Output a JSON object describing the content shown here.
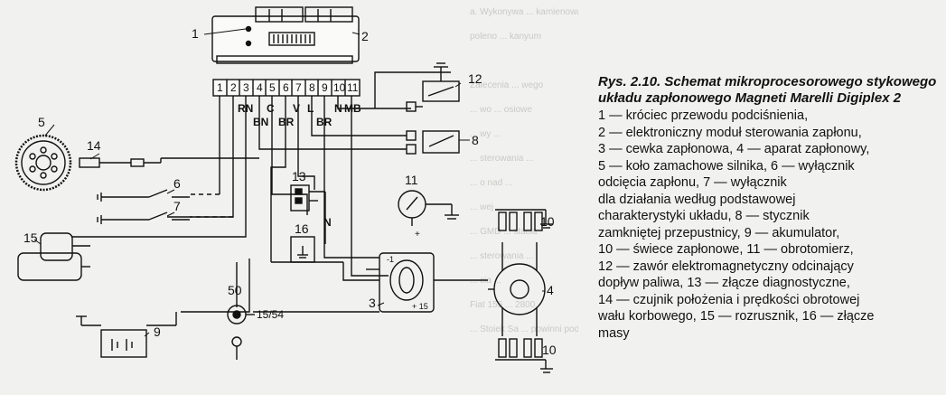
{
  "caption": {
    "title": "Rys. 2.10. Schemat mikroprocesorowego stykowego układu zapłonowego Magneti Marelli Digiplex 2",
    "lines": [
      "1 — króciec przewodu podciśnienia,",
      "2 — elektroniczny moduł sterowania zapłonu,",
      "3 — cewka zapłonowa, 4 — aparat zapłonowy,",
      "5 — koło zamachowe silnika, 6 — wyłącznik",
      "odcięcia zapłonu, 7 — wyłącznik",
      "dla działania według podstawowej",
      "charakterystyki układu, 8 — stycznik",
      "zamkniętej przepustnicy, 9 — akumulator,",
      "10 — świece zapłonowe, 11 — obrotomierz,",
      "12 — zawór elektromagnetyczny odcinający",
      "dopływ paliwa, 13 — złącze diagnostyczne,",
      "14 — czujnik położenia i prędkości obrotowej",
      "wału korbowego, 15 — rozrusznik, 16 — złącze",
      "masy"
    ]
  },
  "diagram": {
    "terminals": [
      "1",
      "2",
      "3",
      "4",
      "5",
      "6",
      "7",
      "8",
      "9",
      "10",
      "11"
    ],
    "wire_codes": {
      "rn": "RN",
      "c": "C",
      "v": "V",
      "l": "L",
      "n": "N",
      "mb": "MB",
      "bn": "BN",
      "br1": "BR",
      "br2": "BR",
      "n16": "N"
    },
    "callouts": {
      "c1": "1",
      "c2": "2",
      "c3": "3",
      "c4": "4",
      "c5": "5",
      "c6": "6",
      "c7": "7",
      "c8": "8",
      "c9": "9",
      "c10a": "10",
      "c10b": "10",
      "c11": "11",
      "c12": "12",
      "c13": "13",
      "c14": "14",
      "c15": "15",
      "c16": "16",
      "c50": "50"
    },
    "terminal_1554": "15/54",
    "coil_minus": "-1",
    "coil_plus": "+ 15",
    "tacho_plus": "+"
  },
  "bleed_text": [
    "a. Wykonywa ... kamienowa czesci",
    "poleno ... kanyum",
    "",
    "Zalecenia ...  wego",
    "... wo ... osiowe",
    "... wy ... ",
    "... sterowania ...",
    "... o nad ... ",
    "... wej ... ",
    "... GMD ... stacia",
    "... sterowania ...",
    "... cia ... ",
    "Fiat 155 ... 2800 ",
    "... Stoiek Sa ... powinni podawac"
  ]
}
